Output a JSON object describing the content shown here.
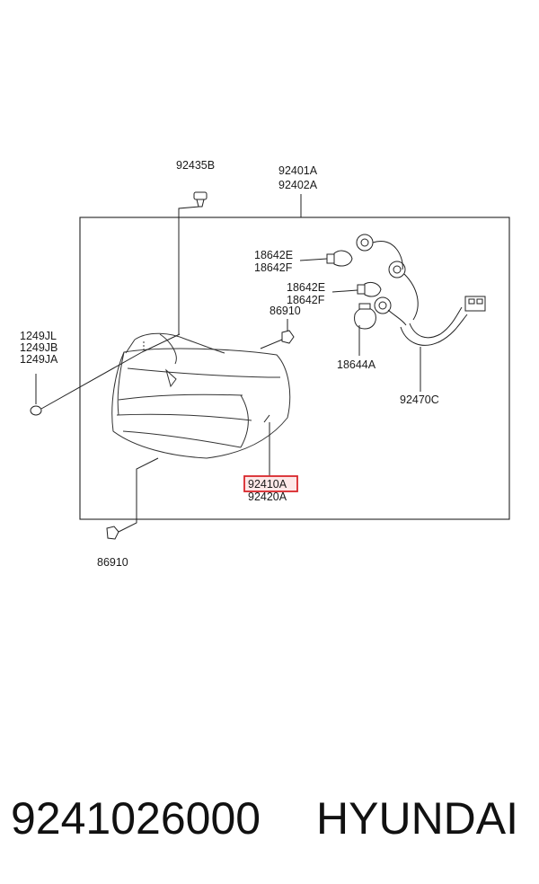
{
  "diagram": {
    "labels": {
      "clip_screw": "92435B",
      "assembly_lh": "92401A",
      "assembly_rh": "92402A",
      "bulb_e": "18642E",
      "bulb_f": "18642F",
      "bulb_e2": "18642E",
      "bulb_f2": "18642F",
      "nut_upper": "86910",
      "bolt_jl": "1249JL",
      "bolt_jb": "1249JB",
      "bolt_ja": "1249JA",
      "bulb_large": "18644A",
      "wiring_harness": "92470C",
      "lens_lh": "92410A",
      "lens_rh": "92420A",
      "nut_lower": "86910"
    },
    "highlight_color": "#d9262b",
    "highlight_fill": "#fde8e8"
  },
  "footer": {
    "part_number": "9241026000",
    "brand": "HYUNDAI"
  }
}
